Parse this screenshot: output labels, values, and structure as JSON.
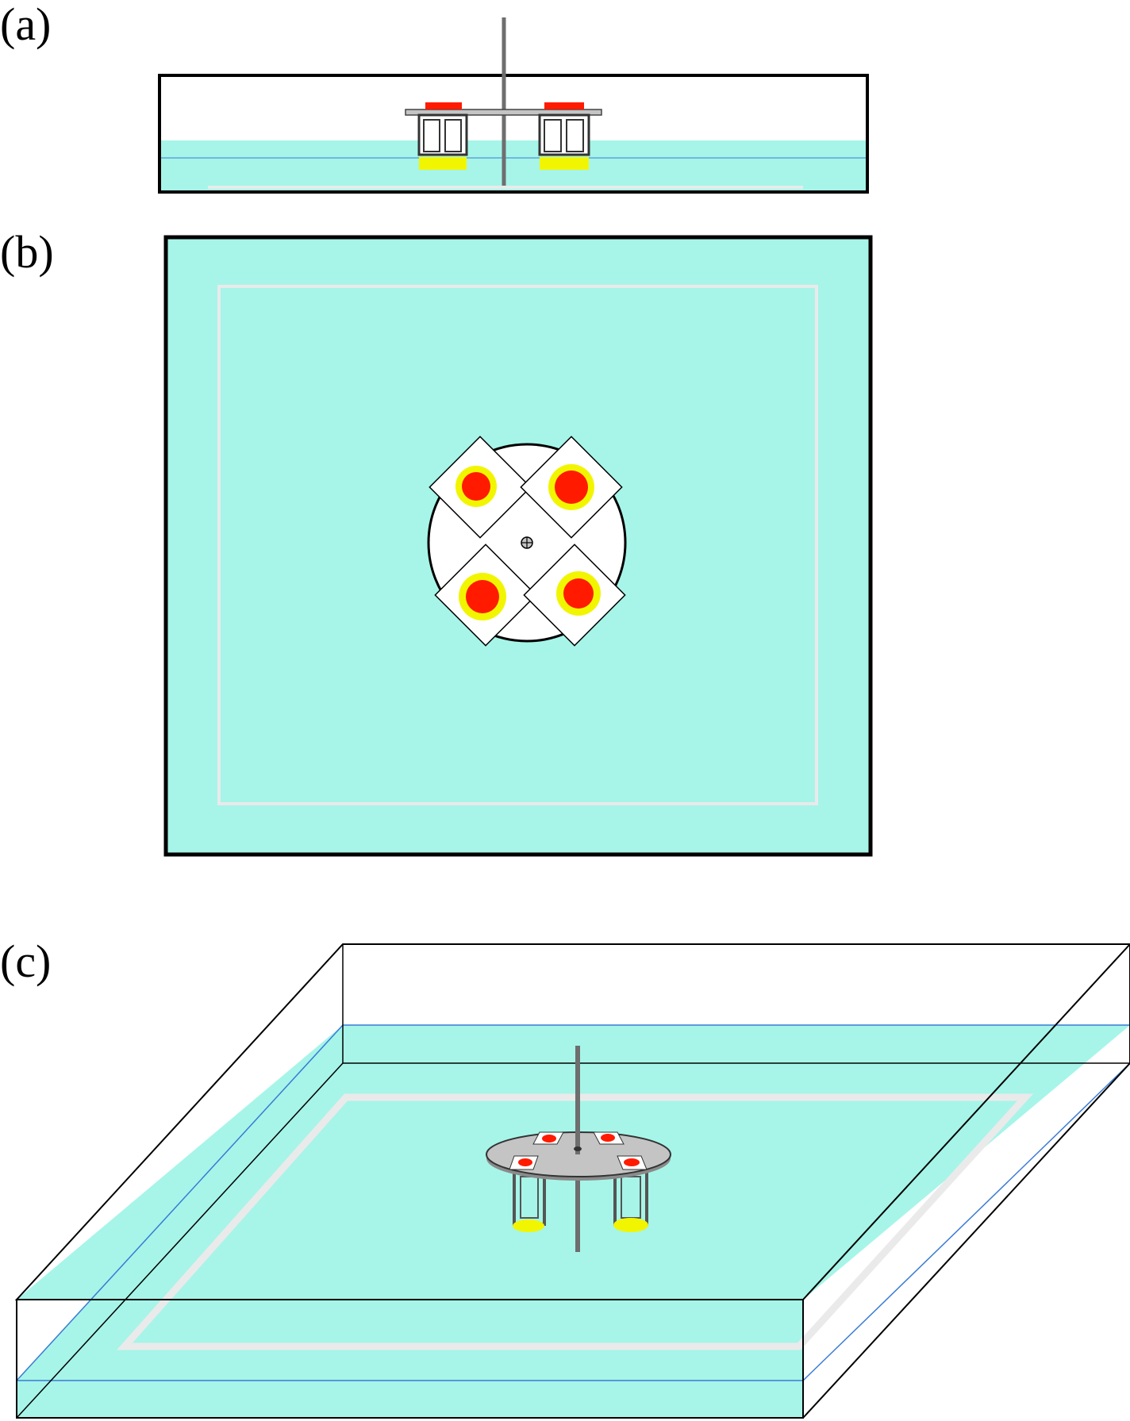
{
  "panels": [
    {
      "label": "(a)"
    },
    {
      "label": "(b)"
    },
    {
      "label": "(c)"
    }
  ],
  "colors": {
    "water": "#a6f5e8",
    "water_line": "#3a7bd5",
    "tank_outline": "#000000",
    "heater_rim": "#eaeaea",
    "rotor_plate": "#c4c4c4",
    "rotor_top_view": "#ffffff",
    "shaft": "#6e6e6e",
    "red_dot": "#ff1a00",
    "yellow_ring": "#f2f500"
  },
  "icons": {
    "rotor_shaft_marker": "crosshair-circle"
  }
}
